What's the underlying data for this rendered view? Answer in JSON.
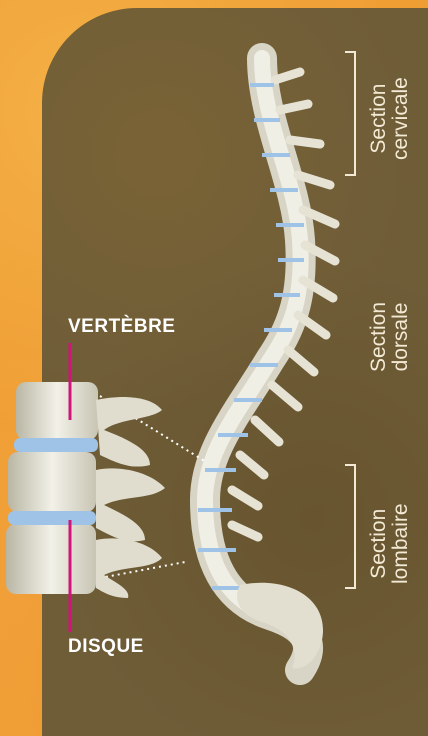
{
  "labels": {
    "vertebra": "VERTÈBRE",
    "disc": "DISQUE"
  },
  "sections": [
    {
      "line1": "Section",
      "line2": "cervicale"
    },
    {
      "line1": "Section",
      "line2": "dorsale"
    },
    {
      "line1": "Section",
      "line2": "lombaire"
    }
  ],
  "colors": {
    "background_orange": "#ef9e34",
    "panel_brown": "#6f5d38",
    "bone": "#e8e6da",
    "disc_blue": "#9ec3e6",
    "pointer_magenta": "#d0157a"
  }
}
